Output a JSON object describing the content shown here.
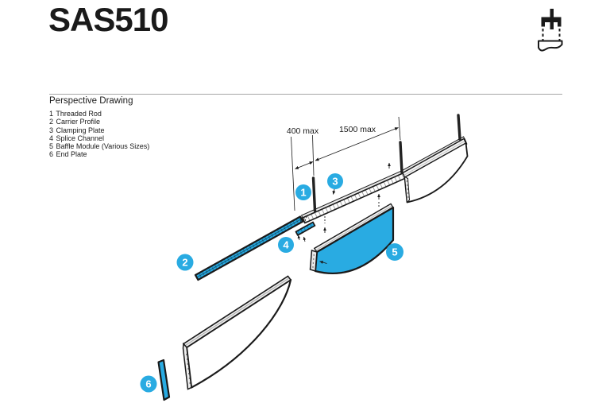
{
  "header": {
    "title": "SAS510",
    "brand_icon": "suspended-baffle-icon"
  },
  "section": {
    "title": "Perspective Drawing"
  },
  "parts": {
    "items": [
      {
        "num": "1",
        "label": "Threaded Rod"
      },
      {
        "num": "2",
        "label": "Carrier Profile"
      },
      {
        "num": "3",
        "label": "Clamping Plate"
      },
      {
        "num": "4",
        "label": "Splice Channel"
      },
      {
        "num": "5",
        "label": "Baffle Module (Various Sizes)"
      },
      {
        "num": "6",
        "label": "End Plate"
      }
    ]
  },
  "drawing": {
    "dimensions": {
      "first": "400 max",
      "second": "1500 max"
    },
    "markers": {
      "m1": "1",
      "m2": "2",
      "m3": "3",
      "m4": "4",
      "m5": "5",
      "m6": "6"
    },
    "colors": {
      "accent": "#29ABE2",
      "outline": "#1A1A1A",
      "rule": "#A6A6A6"
    }
  }
}
